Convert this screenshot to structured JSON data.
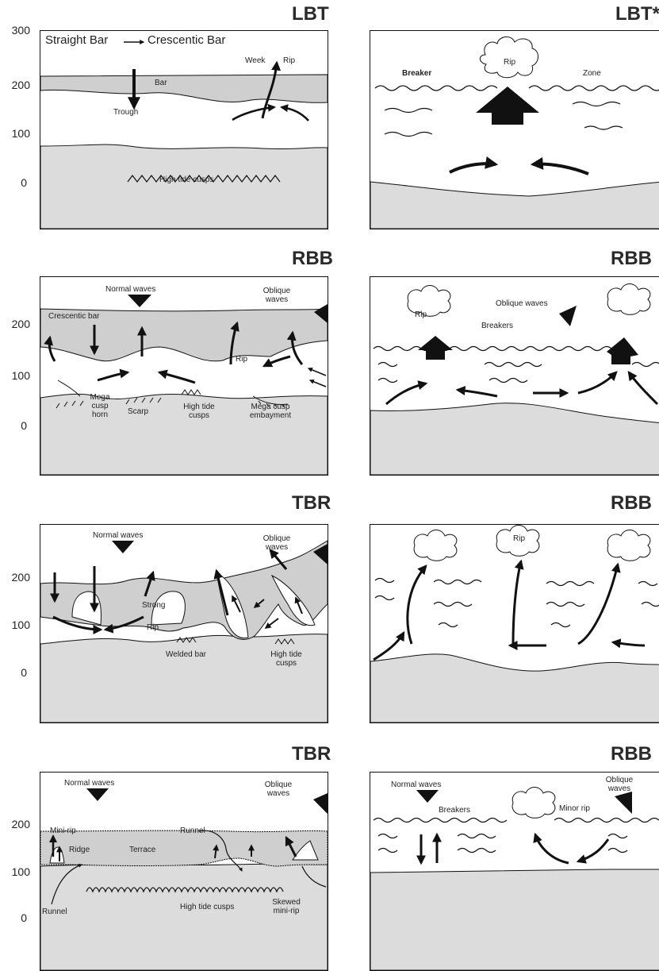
{
  "axis_ticks": [
    "300",
    "200",
    "100",
    "0"
  ],
  "panels": {
    "p1": {
      "title": "LBT",
      "headline": "Straight Bar",
      "headline2": "Crescentic Bar",
      "weak_rip": "Week",
      "rip": "Rip",
      "bar": "Bar",
      "trough": "Trough",
      "high_tide_cusps": "High tide cusps"
    },
    "p2": {
      "title": "LBT*",
      "breaker": "Breaker",
      "rip": "Rip",
      "zone": "Zone"
    },
    "p3": {
      "title": "RBB",
      "normal_waves": "Normal waves",
      "oblique_waves": "Oblique waves",
      "crescentic_bar": "Crescentic bar",
      "rip": "Rip",
      "mega_cusp_horn": "Mega cusp horn",
      "scarp": "Scarp",
      "high_tide_cusps": "High tide cusps",
      "mega_cusp_embayment": "Mega cusp embayment"
    },
    "p4": {
      "title": "RBB",
      "rip": "Rip",
      "oblique_waves": "Oblique waves",
      "breakers": "Breakers"
    },
    "p5": {
      "title": "TBR",
      "normal_waves": "Normal waves",
      "oblique_waves": "Oblique waves",
      "strong": "Strong",
      "rip": "Rip",
      "welded_bar": "Welded bar",
      "high_tide_cusps": "High tide cusps"
    },
    "p6": {
      "title": "RBB",
      "rip": "Rip"
    },
    "p7": {
      "title": "TBR",
      "normal_waves": "Normal waves",
      "oblique_waves": "Oblique waves",
      "mini_rip": "Mini-rip",
      "ridge": "Ridge",
      "terrace": "Terrace",
      "runnel_top": "Runnel",
      "runnel_bottom": "Runnel",
      "high_tide_cusps": "High tide cusps",
      "skewed_mini_rip": "Skewed mini-rip"
    },
    "p8": {
      "title": "RBB",
      "normal_waves": "Normal waves",
      "oblique_waves": "Oblique waves",
      "breakers": "Breakers",
      "minor_rip": "Minor rip"
    }
  }
}
